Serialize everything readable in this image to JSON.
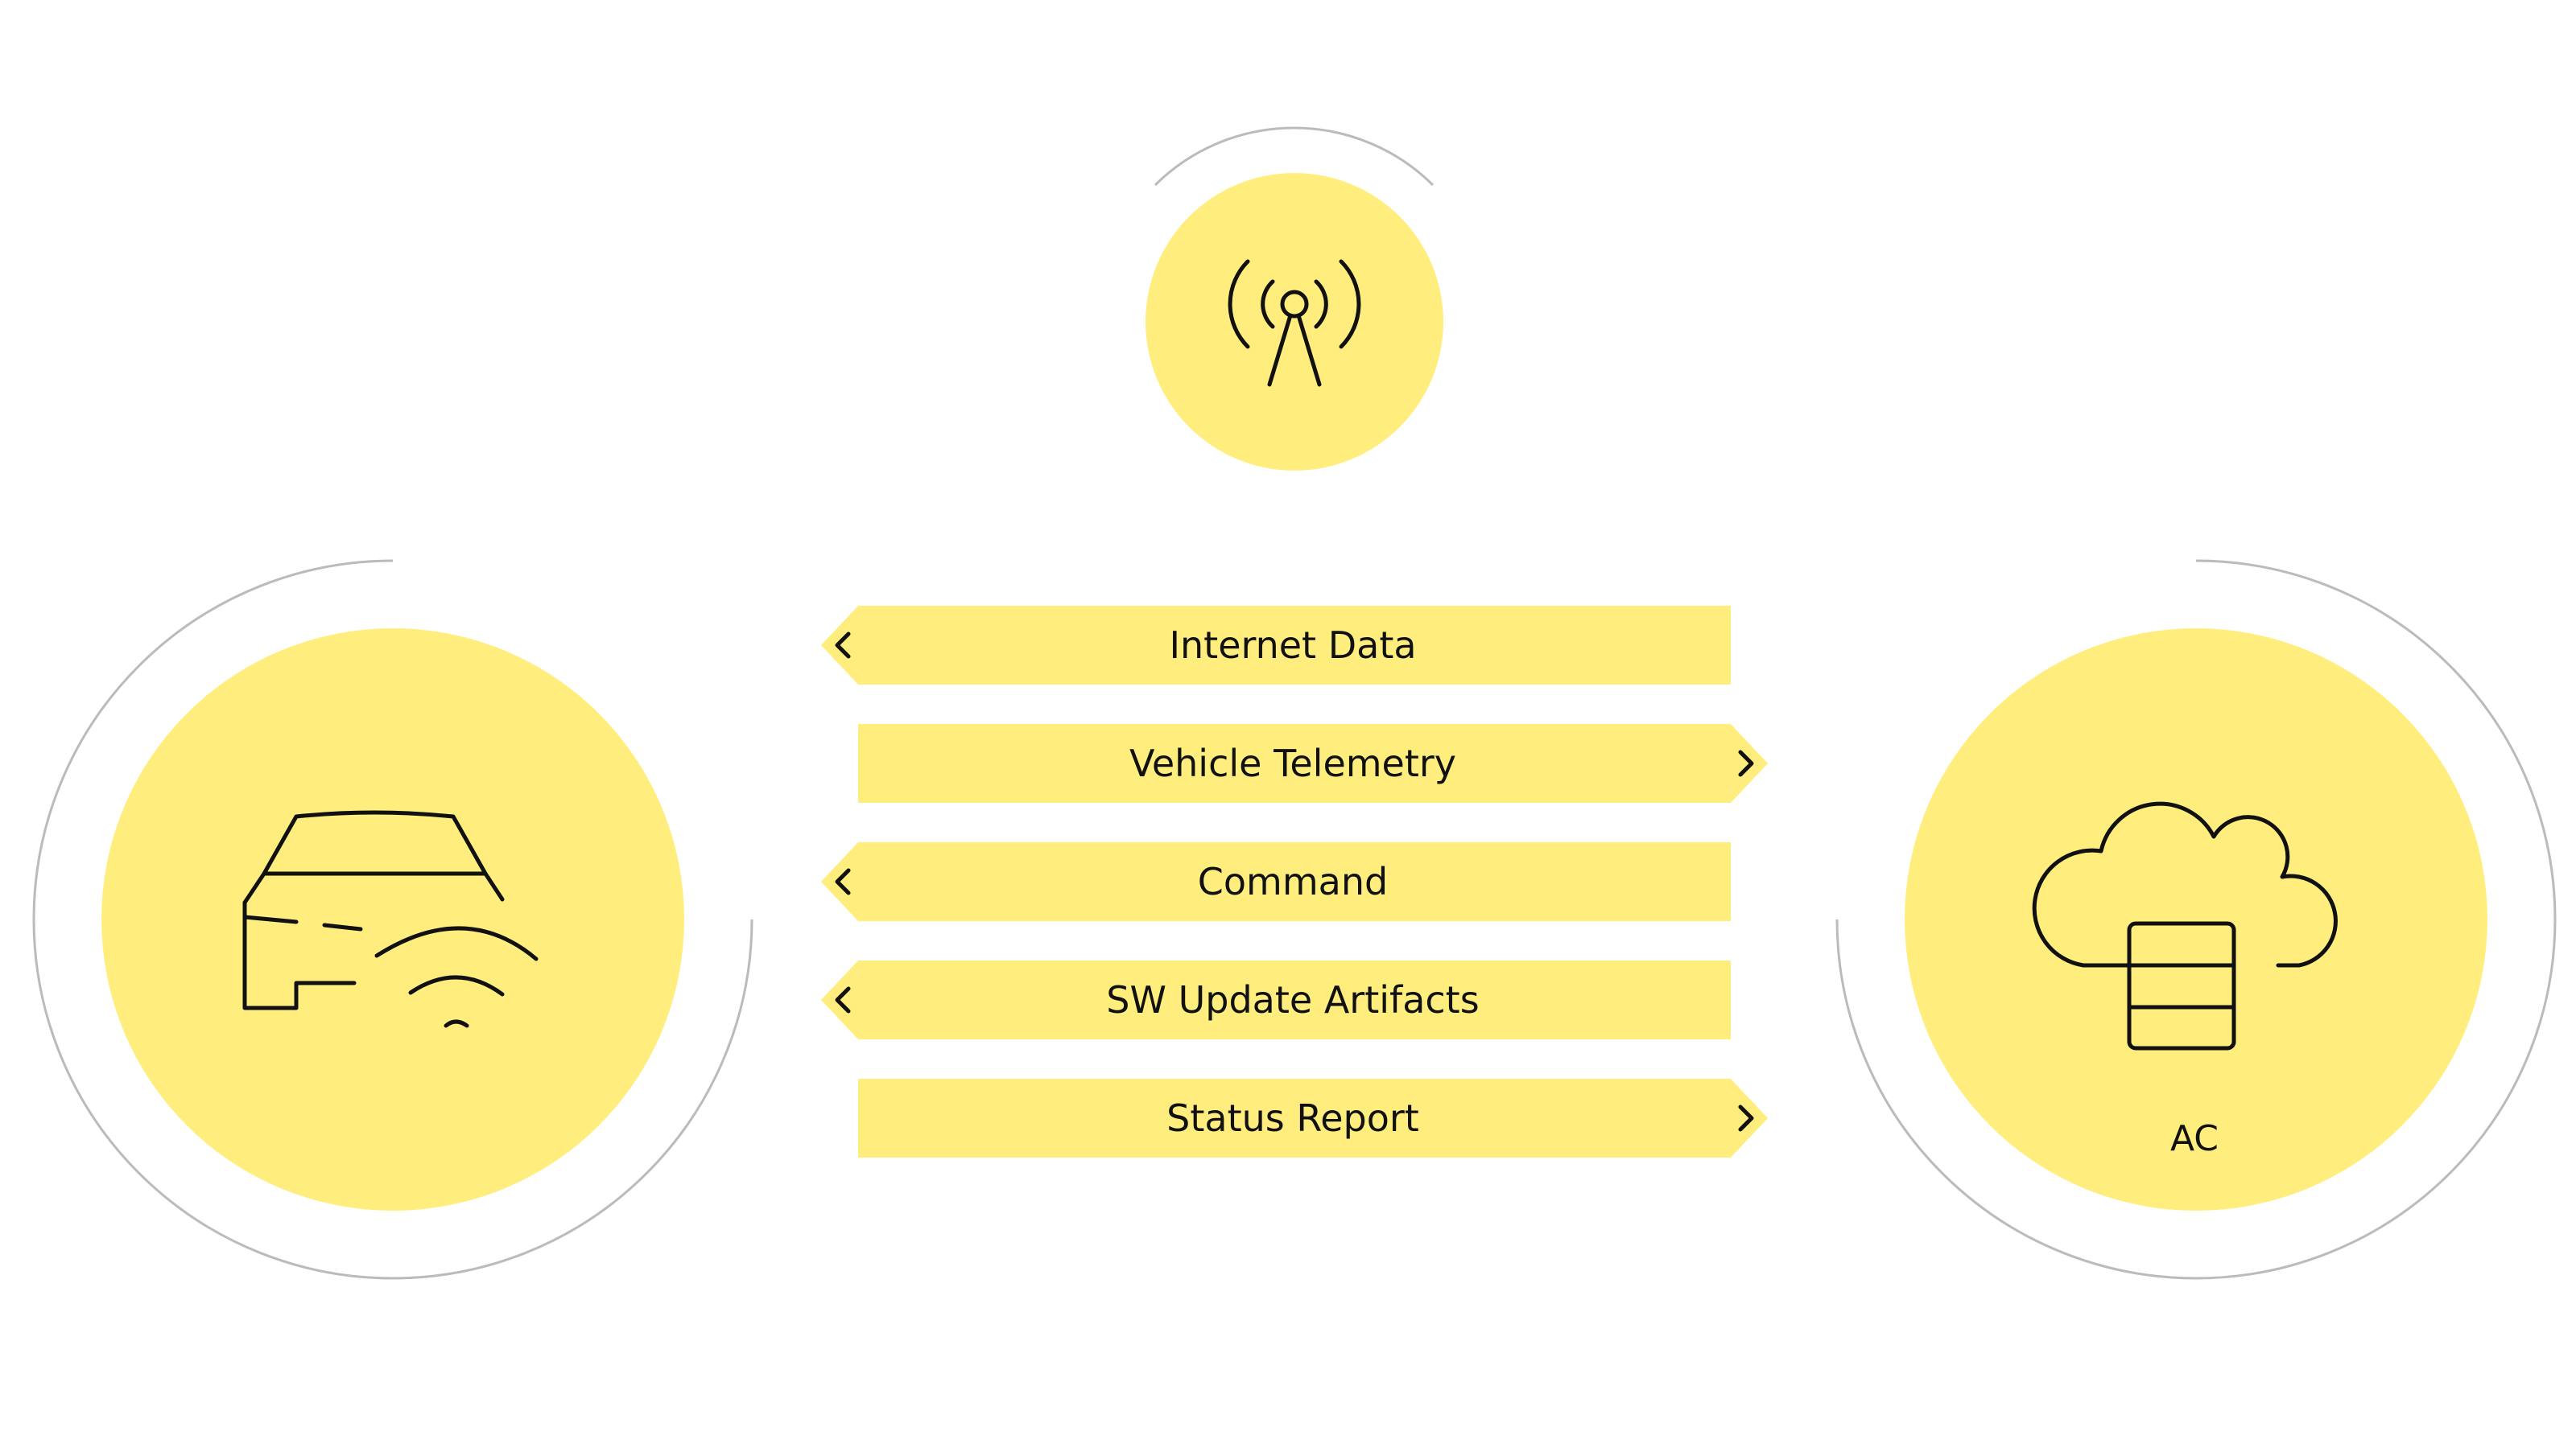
{
  "colors": {
    "node_fill": "#FFEE7D",
    "arrow_fill": "#FFEE7D",
    "ring_stroke": "#BBBBBB",
    "icon_stroke": "#111111",
    "text": "#111111"
  },
  "nodes": {
    "vehicle": {
      "icon": "car-wifi-icon",
      "label": ""
    },
    "tower": {
      "icon": "antenna-tower-icon",
      "label": ""
    },
    "cloud": {
      "icon": "cloud-server-icon",
      "label": "AC"
    }
  },
  "flows": [
    {
      "label": "Internet Data",
      "direction": "left"
    },
    {
      "label": "Vehicle Telemetry",
      "direction": "right"
    },
    {
      "label": "Command",
      "direction": "left"
    },
    {
      "label": "SW Update Artifacts",
      "direction": "left"
    },
    {
      "label": "Status Report",
      "direction": "right"
    }
  ]
}
